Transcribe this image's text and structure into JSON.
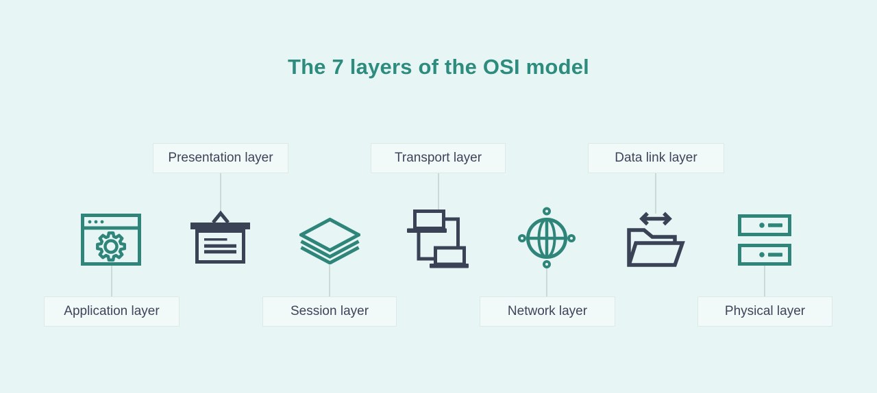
{
  "title": "The 7 layers of the OSI model",
  "colors": {
    "background": "#E7F6F4",
    "title": "#2E8C7E",
    "teal": "#2F8579",
    "navy": "#3A4356",
    "label_text": "#3E4459",
    "box_bg": "#F1FAF9",
    "box_border": "#DCE9E7",
    "connector": "#C9DAD7"
  },
  "layers": [
    {
      "label": "Application layer",
      "icon": "browser-gear-icon",
      "label_position": "bottom",
      "icon_color": "teal"
    },
    {
      "label": "Presentation layer",
      "icon": "presentation-board-icon",
      "label_position": "top",
      "icon_color": "navy"
    },
    {
      "label": "Session layer",
      "icon": "stacked-layers-icon",
      "label_position": "bottom",
      "icon_color": "teal"
    },
    {
      "label": "Transport layer",
      "icon": "connected-laptops-icon",
      "label_position": "top",
      "icon_color": "navy"
    },
    {
      "label": "Network layer",
      "icon": "globe-network-icon",
      "label_position": "bottom",
      "icon_color": "teal"
    },
    {
      "label": "Data link layer",
      "icon": "folder-transfer-icon",
      "label_position": "top",
      "icon_color": "navy"
    },
    {
      "label": "Physical layer",
      "icon": "server-stack-icon",
      "label_position": "bottom",
      "icon_color": "teal"
    }
  ]
}
